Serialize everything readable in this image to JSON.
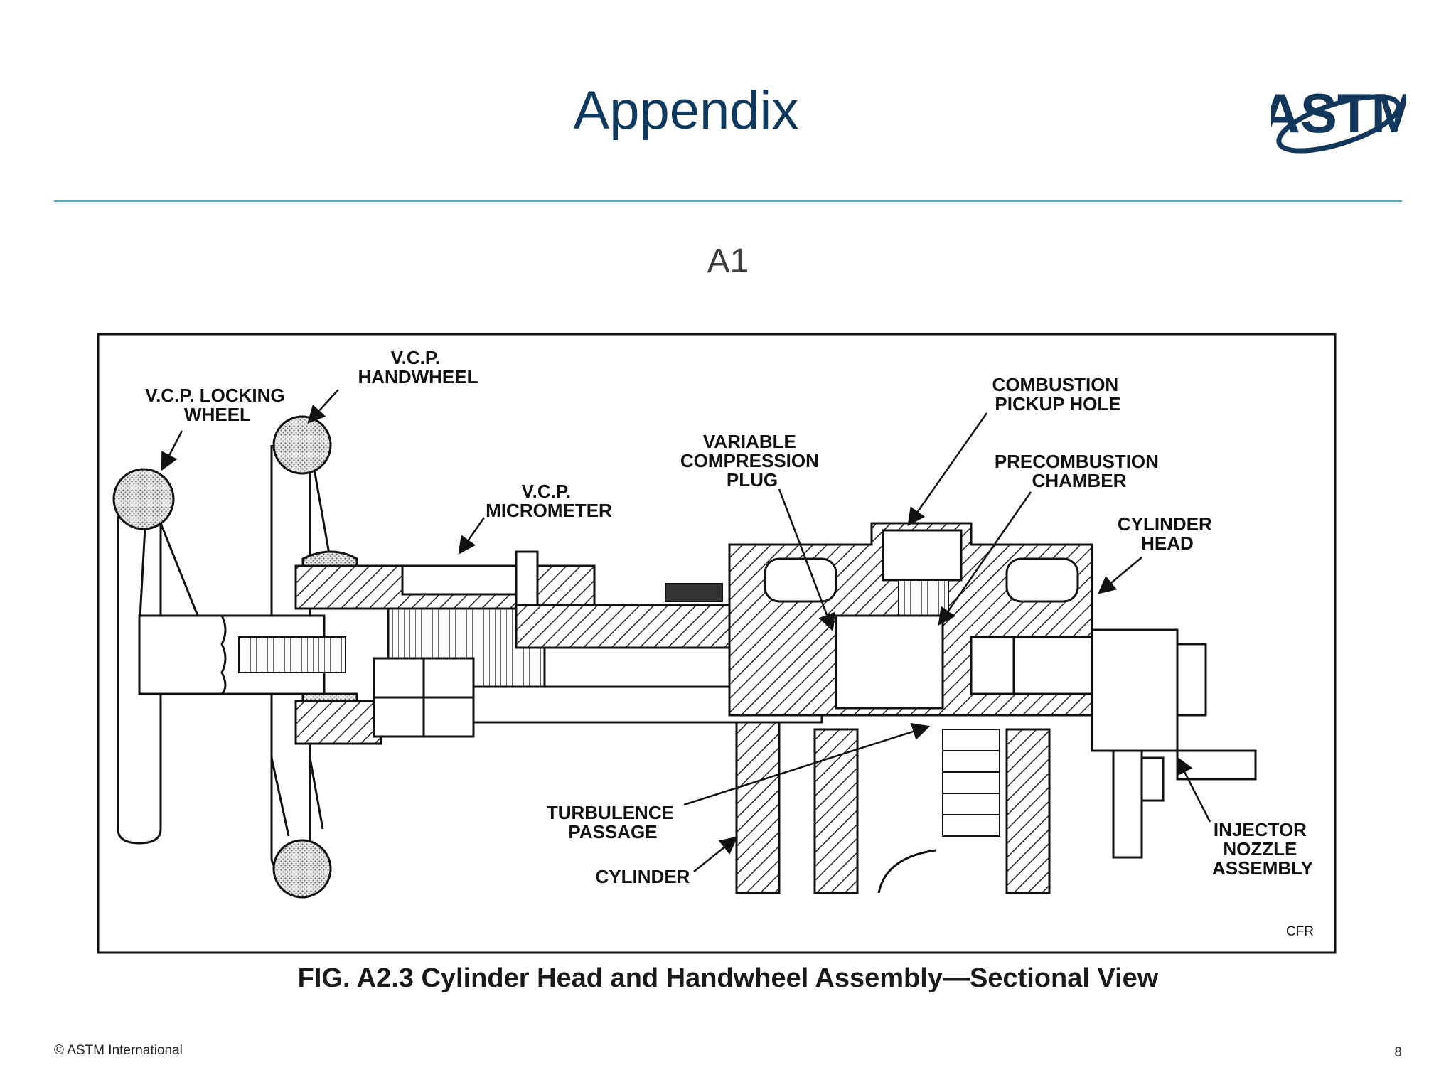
{
  "slide": {
    "title": "Appendix",
    "subtitle": "A1",
    "logo_text": "ASTM",
    "footer_copyright": "© ASTM International",
    "page_number": "8",
    "title_color": "#0f3a5f",
    "rule_color": "#4ea8c9"
  },
  "figure": {
    "caption": "FIG. A2.3 Cylinder Head and Handwheel Assembly—Sectional View",
    "credit": "CFR",
    "labels": {
      "vcp_handwheel": [
        "V.C.P.",
        "HANDWHEEL"
      ],
      "vcp_locking_wheel": [
        "V.C.P. LOCKING",
        "WHEEL"
      ],
      "vcp_micrometer": [
        "V.C.P.",
        "MICROMETER"
      ],
      "variable_compression_plug": [
        "VARIABLE",
        "COMPRESSION",
        "PLUG"
      ],
      "combustion_pickup_hole": [
        "COMBUSTION",
        "PICKUP HOLE"
      ],
      "precombustion_chamber": [
        "PRECOMBUSTION",
        "CHAMBER"
      ],
      "cylinder_head": [
        "CYLINDER",
        "HEAD"
      ],
      "turbulence_passage": [
        "TURBULENCE",
        "PASSAGE"
      ],
      "cylinder": [
        "CYLINDER"
      ],
      "injector_nozzle_assembly": [
        "INJECTOR",
        "NOZZLE",
        "ASSEMBLY"
      ]
    }
  }
}
